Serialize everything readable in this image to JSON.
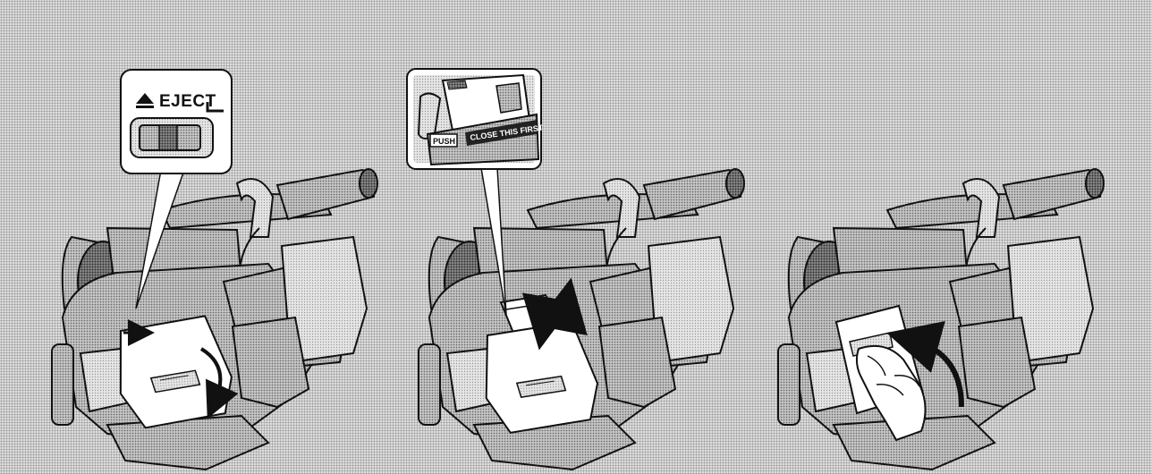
{
  "figure": {
    "steps": [
      {
        "name": "step-1-open-cover",
        "callout": "eject-switch-callout"
      },
      {
        "name": "step-2-insert-cassette",
        "callout": "cassette-callout"
      },
      {
        "name": "step-3-close-cover",
        "callout": null
      }
    ],
    "callout_eject": {
      "label": "EJECT",
      "icon": "eject-icon"
    },
    "callout_cassette": {
      "push_label": "PUSH",
      "close_label": "CLOSE THIS FIRST"
    },
    "colors": {
      "background_dots": "#9a9a9a",
      "background": "#dedede",
      "line": "#111111",
      "panel": "#ffffff"
    }
  }
}
